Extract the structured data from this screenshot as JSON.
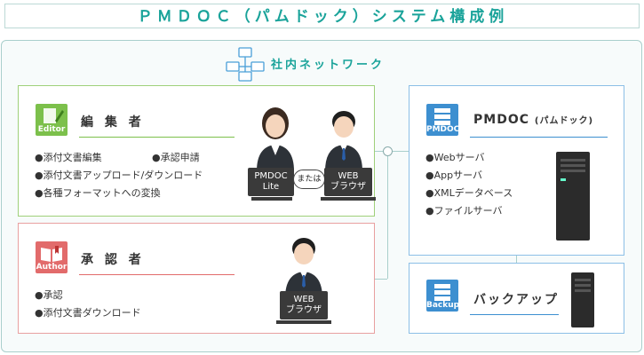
{
  "title": "ＰＭＤＯＣ（パムドック）システム構成例",
  "network": {
    "label": "社内ネットワーク"
  },
  "editor": {
    "icon_label": "Editor",
    "title": "編 集 者",
    "items": [
      "●添付文書編集",
      "●承認申請",
      "●添付文書アップロード/ダウンロード",
      "●各種フォーマットへの変換"
    ],
    "devices": [
      {
        "line1": "PMDOC",
        "line2": "Lite"
      },
      {
        "line1": "WEB",
        "line2": "ブラウザ"
      }
    ],
    "or_label": "または"
  },
  "author": {
    "icon_label": "Author",
    "title": "承 認 者",
    "items": [
      "●承認",
      "●添付文書ダウンロード"
    ],
    "device": {
      "line1": "WEB",
      "line2": "ブラウザ"
    }
  },
  "pmdoc": {
    "icon_label": "PMDOC",
    "title": "PMDOC",
    "title_sub": "(パムドック)",
    "items": [
      "●Webサーバ",
      "●Appサーバ",
      "●XMLデータベース",
      "●ファイルサーバ"
    ]
  },
  "backup": {
    "icon_label": "Backup",
    "title": "バックアップ"
  },
  "colors": {
    "accent": "#1aa39a",
    "editor": "#7cc04b",
    "author": "#e26b6b",
    "server": "#3d8fd0"
  }
}
